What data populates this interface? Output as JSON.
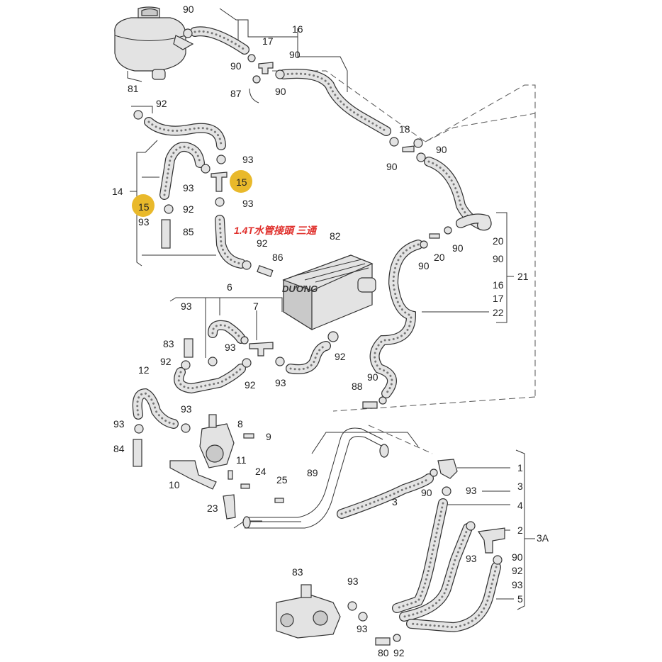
{
  "note": "1.4T水管接頭 三通",
  "watermark": "DƯƠNG",
  "highlight_labels": [
    "15",
    "15"
  ],
  "callouts": {
    "c90a": "90",
    "c16": "16",
    "c90b": "90",
    "c17": "17",
    "c90c": "90",
    "c90d": "90",
    "c87": "87",
    "c81": "81",
    "c92a": "92",
    "c93a": "93",
    "c14": "14",
    "c93b": "93",
    "c93c": "93",
    "c92b": "92",
    "c93d": "93",
    "c85": "85",
    "c92c": "92",
    "c86": "86",
    "c82": "82",
    "c18": "18",
    "c90e": "90",
    "c90f": "90",
    "c90g": "90",
    "c20a": "20",
    "c90h": "90",
    "c20b": "20",
    "c90i": "90",
    "c16b": "16",
    "c17b": "17",
    "c22": "22",
    "c21": "21",
    "c6": "6",
    "c93e": "93",
    "c7": "7",
    "c83a": "83",
    "c93f": "93",
    "c92d": "92",
    "c92e": "92",
    "c93g": "93",
    "c92f": "92",
    "c12": "12",
    "c93h": "93",
    "c93i": "93",
    "c8": "8",
    "c9": "9",
    "c84": "84",
    "c11": "11",
    "c10": "10",
    "c24": "24",
    "c25": "25",
    "c23": "23",
    "c89": "89",
    "c90j": "90",
    "c88": "88",
    "c1": "1",
    "c90k": "90",
    "c93j": "93",
    "c3a": "3",
    "c3b": "3",
    "c4": "4",
    "c2": "2",
    "c3A": "3A",
    "c93k": "93",
    "c90l": "90",
    "c92g": "92",
    "c93l": "93",
    "c5": "5",
    "c83b": "83",
    "c93m": "93",
    "c93n": "93",
    "c80": "80",
    "c92h": "92"
  }
}
